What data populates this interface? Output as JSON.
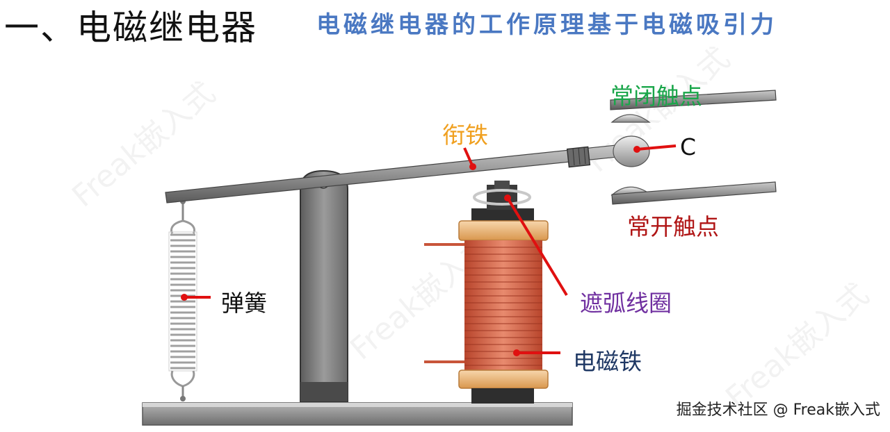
{
  "header": {
    "title": "一、电磁继电器",
    "subtitle": "电磁继电器的工作原理基于电磁吸引力"
  },
  "labels": {
    "nc_contact": "常闭触点",
    "no_contact": "常开触点",
    "common": "C",
    "armature": "衔铁",
    "shading_coil": "遮弧线圈",
    "spring": "弹簧",
    "electromagnet": "电磁铁"
  },
  "watermark": "Freak嵌入式",
  "credit": "掘金技术社区 @ Freak嵌入式",
  "colors": {
    "nc_contact": "#1aa64a",
    "no_contact": "#b01515",
    "armature": "#f0a020",
    "shading_coil": "#7030a0",
    "spring": "#111111",
    "electromagnet": "#1f3864",
    "leader": "#e01010",
    "coil": "#c8553a",
    "bobbin": "#f2c08a"
  }
}
